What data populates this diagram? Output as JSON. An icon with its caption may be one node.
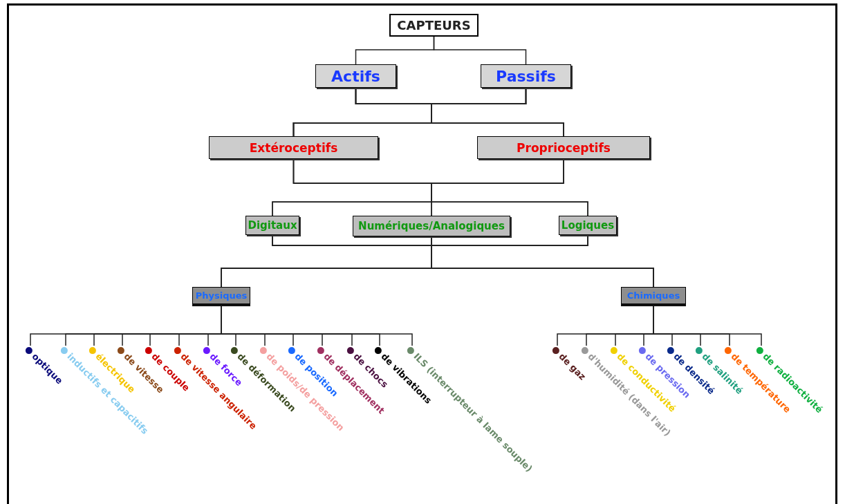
{
  "diagram": {
    "nodes": [
      {
        "text": [
          "CAPTEURS"
        ]
      },
      {
        "text": [
          "Actifs"
        ]
      },
      {
        "text": [
          "Passifs"
        ]
      },
      {
        "text": [
          "Extéroceptifs"
        ]
      },
      {
        "text": [
          "Proprioceptifs"
        ]
      },
      {
        "text": [
          "Digitaux"
        ]
      },
      {
        "text": [
          "Numériques/Analogiques"
        ]
      },
      {
        "text": [
          "Logiques"
        ]
      },
      {
        "text": [
          "Physiques"
        ]
      },
      {
        "text": [
          "Chimiques"
        ]
      },
      {
        "text": [
          "optique"
        ]
      },
      {
        "text": [
          "inductifs et capacitifs"
        ]
      },
      {
        "text": [
          "électrique"
        ]
      },
      {
        "text": [
          "de vitesse"
        ]
      },
      {
        "text": [
          "de couple"
        ]
      },
      {
        "text": [
          "de vitesse angulaire"
        ]
      },
      {
        "text": [
          "de force"
        ]
      },
      {
        "text": [
          "de déformation"
        ]
      },
      {
        "text": [
          "de poids/de pression"
        ]
      },
      {
        "text": [
          "de position"
        ]
      },
      {
        "text": [
          "de déplacement"
        ]
      },
      {
        "text": [
          "de chocs"
        ]
      },
      {
        "text": [
          "de vibrations"
        ]
      },
      {
        "text": [
          "ILS (interrupteur à lame souple)"
        ]
      },
      {
        "text": [
          "de gaz"
        ]
      },
      {
        "text": [
          "d'humidité (dans l'air)"
        ]
      },
      {
        "text": [
          "de conductivité"
        ]
      },
      {
        "text": [
          "de pression"
        ]
      },
      {
        "text": [
          "de densité"
        ]
      },
      {
        "text": [
          "de salinité"
        ]
      },
      {
        "text": [
          "de température"
        ]
      },
      {
        "text": [
          "de radioactivité"
        ]
      }
    ],
    "edges": [
      {
        "from": 0,
        "to": 1,
        "arrow": "none"
      },
      {
        "from": 0,
        "to": 2,
        "arrow": "none"
      },
      {
        "from": 1,
        "to": 3,
        "arrow": "none"
      },
      {
        "from": 1,
        "to": 4,
        "arrow": "none"
      },
      {
        "from": 2,
        "to": 3,
        "arrow": "none"
      },
      {
        "from": 2,
        "to": 4,
        "arrow": "none"
      },
      {
        "from": 3,
        "to": 5,
        "arrow": "none"
      },
      {
        "from": 3,
        "to": 6,
        "arrow": "none"
      },
      {
        "from": 3,
        "to": 7,
        "arrow": "none"
      },
      {
        "from": 4,
        "to": 5,
        "arrow": "none"
      },
      {
        "from": 4,
        "to": 6,
        "arrow": "none"
      },
      {
        "from": 4,
        "to": 7,
        "arrow": "none"
      },
      {
        "from": 5,
        "to": 8,
        "arrow": "none"
      },
      {
        "from": 5,
        "to": 9,
        "arrow": "none"
      },
      {
        "from": 6,
        "to": 8,
        "arrow": "none"
      },
      {
        "from": 6,
        "to": 9,
        "arrow": "none"
      },
      {
        "from": 7,
        "to": 8,
        "arrow": "none"
      },
      {
        "from": 7,
        "to": 9,
        "arrow": "none"
      },
      {
        "from": 8,
        "to": 10,
        "arrow": "none"
      },
      {
        "from": 8,
        "to": 11,
        "arrow": "none"
      },
      {
        "from": 8,
        "to": 12,
        "arrow": "none"
      },
      {
        "from": 8,
        "to": 13,
        "arrow": "none"
      },
      {
        "from": 8,
        "to": 14,
        "arrow": "none"
      },
      {
        "from": 8,
        "to": 15,
        "arrow": "none"
      },
      {
        "from": 8,
        "to": 16,
        "arrow": "none"
      },
      {
        "from": 8,
        "to": 17,
        "arrow": "none"
      },
      {
        "from": 8,
        "to": 18,
        "arrow": "none"
      },
      {
        "from": 8,
        "to": 19,
        "arrow": "none"
      },
      {
        "from": 8,
        "to": 20,
        "arrow": "none"
      },
      {
        "from": 8,
        "to": 21,
        "arrow": "none"
      },
      {
        "from": 8,
        "to": 22,
        "arrow": "none"
      },
      {
        "from": 8,
        "to": 23,
        "arrow": "none"
      },
      {
        "from": 9,
        "to": 24,
        "arrow": "none"
      },
      {
        "from": 9,
        "to": 25,
        "arrow": "none"
      },
      {
        "from": 9,
        "to": 26,
        "arrow": "none"
      },
      {
        "from": 9,
        "to": 27,
        "arrow": "none"
      },
      {
        "from": 9,
        "to": 28,
        "arrow": "none"
      },
      {
        "from": 9,
        "to": 29,
        "arrow": "none"
      },
      {
        "from": 9,
        "to": 30,
        "arrow": "none"
      },
      {
        "from": 9,
        "to": 31,
        "arrow": "none"
      }
    ]
  }
}
